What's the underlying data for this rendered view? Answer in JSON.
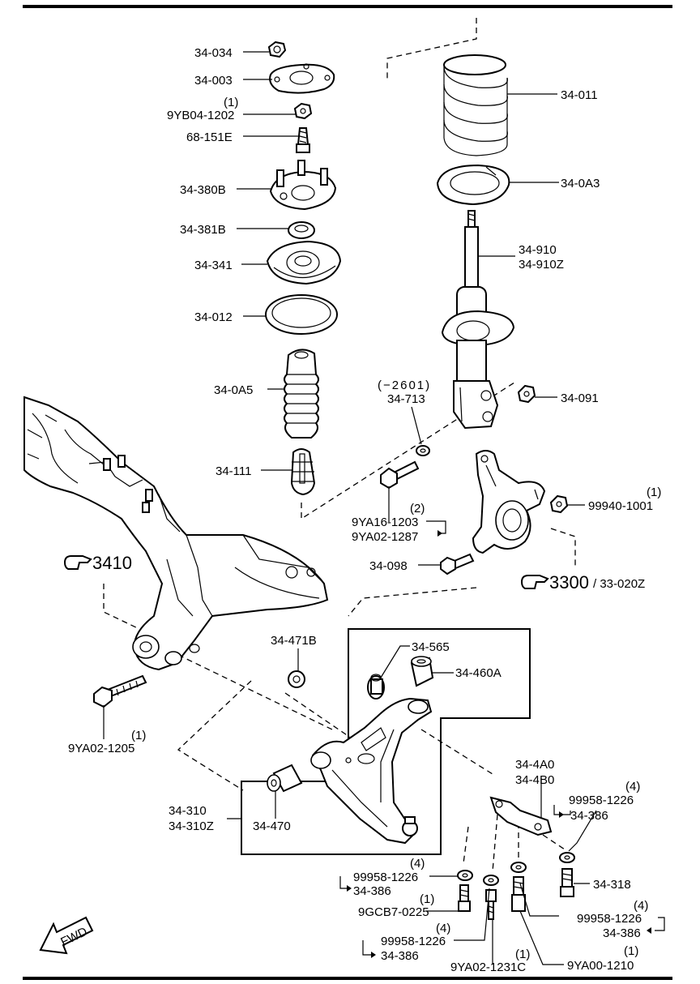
{
  "labels": {
    "l34_034": "34-034",
    "l34_003": "34-003",
    "q1_9yb04": "(1)",
    "l9yb04": "9YB04-1202",
    "l68_151e": "68-151E",
    "l34_380b": "34-380B",
    "l34_381b": "34-381B",
    "l34_341": "34-341",
    "l34_012": "34-012",
    "l34_0a5": "34-0A5",
    "l34_111": "34-111",
    "l34_011": "34-011",
    "l34_0a3": "34-0A3",
    "l34_910": "34-910",
    "l34_910z": "34-910Z",
    "l2601": "(−2601)",
    "l34_713": "34-713",
    "l34_091": "34-091",
    "q2_9ya16": "(2)",
    "l9ya16": "9YA16-1203",
    "l9ya02_1287": "9YA02-1287",
    "q1_99940": "(1)",
    "l99940": "99940-1001",
    "l34_098": "34-098",
    "l3300": "3300",
    "l3300_alt": "/ 33-020Z",
    "l3410": "3410",
    "l34_471b": "34-471B",
    "l34_565": "34-565",
    "l34_460a": "34-460A",
    "q1_9ya02_1205": "(1)",
    "l9ya02_1205": "9YA02-1205",
    "l34_310": "34-310",
    "l34_310z": "34-310Z",
    "l34_470": "34-470",
    "l34_4a0": "34-4A0",
    "l34_4b0": "34-4B0",
    "q4_a": "(4)",
    "l99958_a": "99958-1226",
    "l34_386_a": "34-386",
    "q4_b": "(4)",
    "l99958_b": "99958-1226",
    "l34_386_b": "34-386",
    "q1_9gcb7": "(1)",
    "l9gcb7": "9GCB7-0225",
    "l34_318": "34-318",
    "q4_c": "(4)",
    "l99958_c": "99958-1226",
    "l34_386_c": "34-386",
    "q4_d": "(4)",
    "l99958_d": "99958-1226",
    "l34_386_d": "34-386",
    "q1_9ya02_1231c": "(1)",
    "l9ya02_1231c": "9YA02-1231C",
    "q1_9ya00": "(1)",
    "l9ya00": "9YA00-1210",
    "fwd": "FWD"
  },
  "icons": {
    "reference_hand": "pointing-hand-icon",
    "front_arrow": "fwd-arrow-icon"
  }
}
